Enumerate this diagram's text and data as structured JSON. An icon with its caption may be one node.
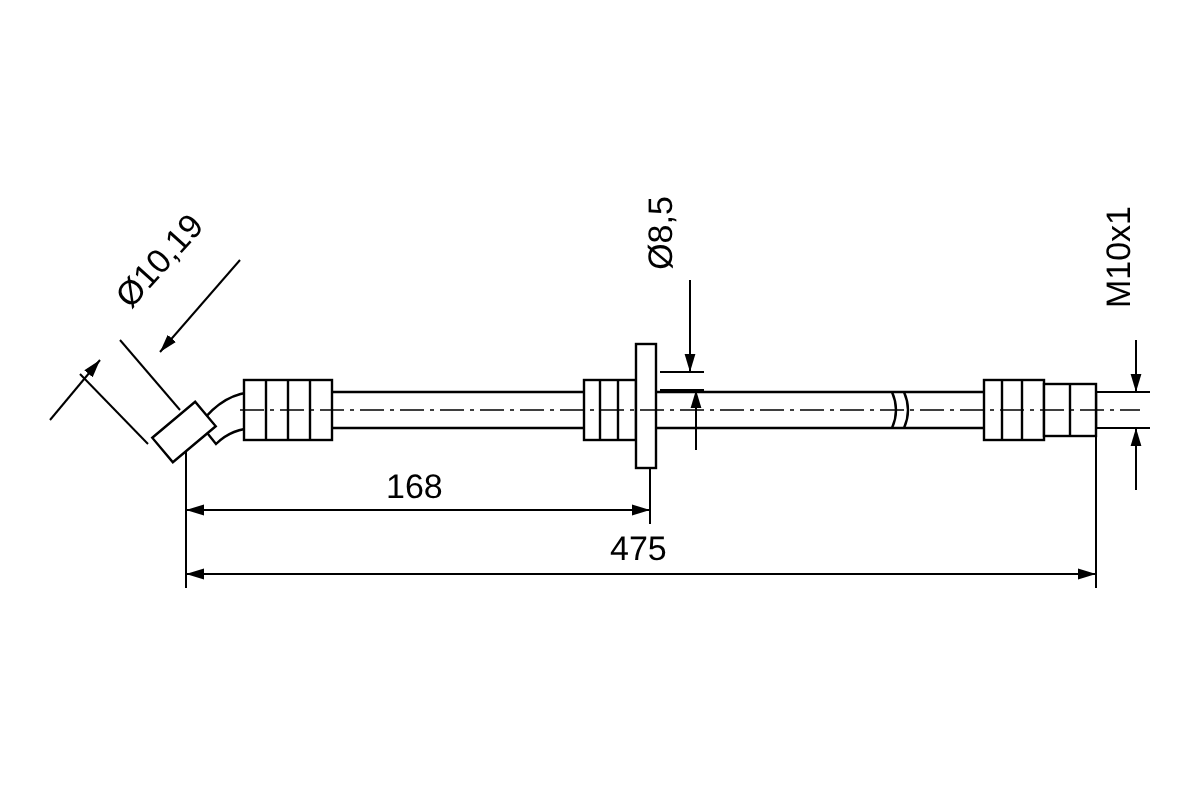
{
  "diagram": {
    "labels": [
      "Ø10,19",
      "Ø8,5",
      "M10x1",
      "168",
      "475"
    ]
  }
}
